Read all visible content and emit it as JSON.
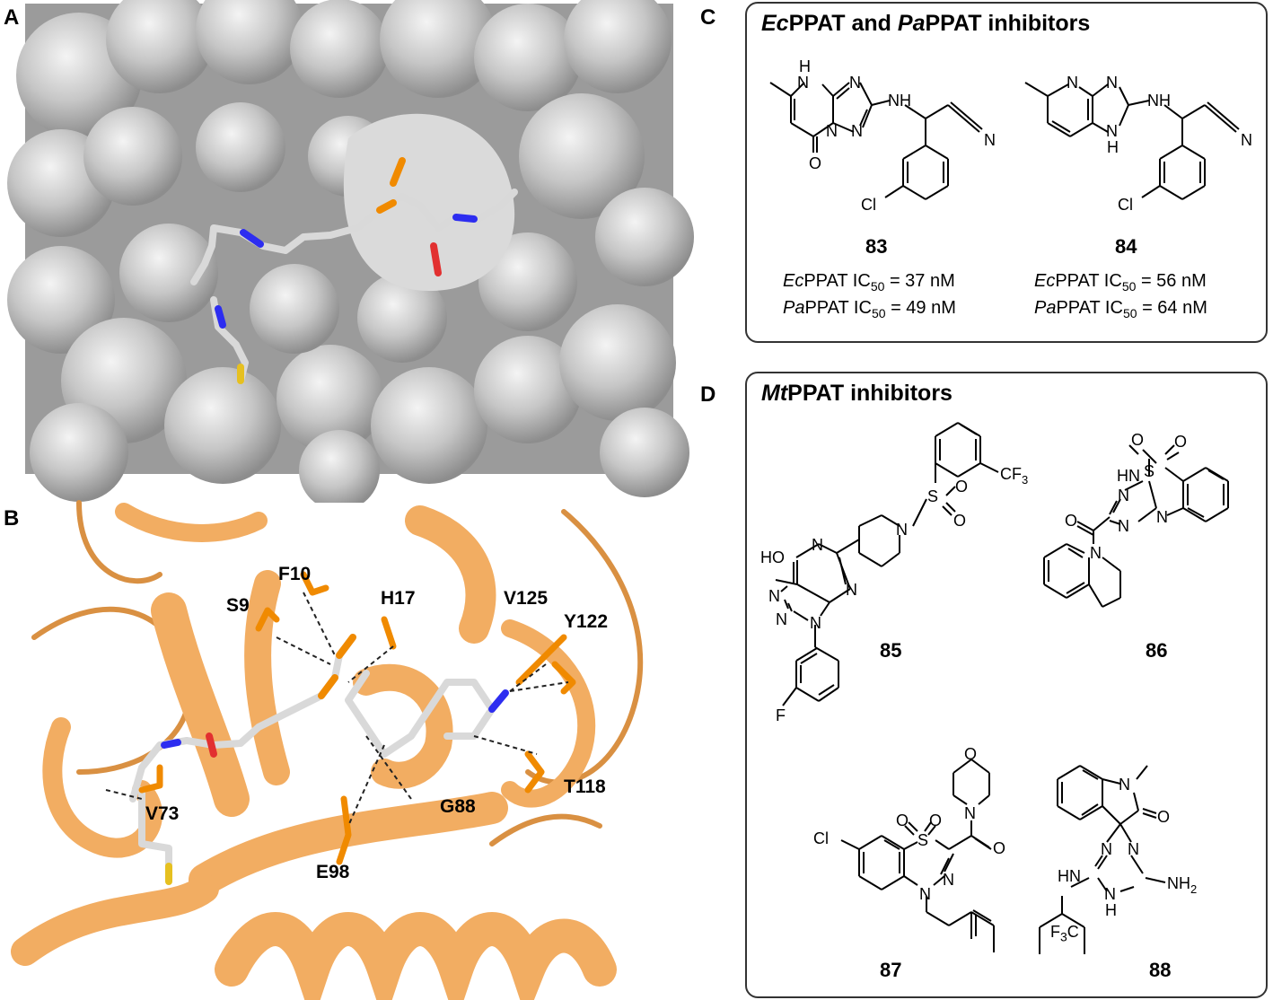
{
  "panels": {
    "A": {
      "letter": "A"
    },
    "B": {
      "letter": "B",
      "residues": [
        "F10",
        "S9",
        "H17",
        "V125",
        "Y122",
        "T118",
        "G88",
        "V73",
        "E98"
      ]
    },
    "C": {
      "letter": "C",
      "title_prefix": "Ec",
      "title_mid": "PPAT and ",
      "title_prefix2": "Pa",
      "title_suffix": "PPAT inhibitors",
      "compounds": [
        {
          "id": "83",
          "ec_label": "Ec",
          "ec_text": "PPAT IC",
          "ec_sub": "50",
          "ec_value": " = 37 nM",
          "pa_label": "Pa",
          "pa_text": "PPAT IC",
          "pa_sub": "50",
          "pa_value": " = 49 nM"
        },
        {
          "id": "84",
          "ec_label": "Ec",
          "ec_text": "PPAT IC",
          "ec_sub": "50",
          "ec_value": " = 56 nM",
          "pa_label": "Pa",
          "pa_text": "PPAT IC",
          "pa_sub": "50",
          "pa_value": " = 64 nM"
        }
      ],
      "atoms83": {
        "H": "H",
        "N1": "N",
        "N2": "N",
        "N3": "N",
        "N4": "N",
        "NH": "NH",
        "O": "O",
        "Cl": "Cl",
        "CN": "N"
      },
      "atoms84": {
        "N1": "N",
        "N2": "N",
        "N3": "N",
        "H": "H",
        "NH": "NH",
        "Cl": "Cl",
        "CN": "N"
      }
    },
    "D": {
      "letter": "D",
      "title_prefix": "Mt",
      "title_suffix": "PPAT inhibitors",
      "compounds": [
        "85",
        "86",
        "87",
        "88"
      ],
      "atoms85": {
        "HO": "HO",
        "N1": "N",
        "N2": "N",
        "N3": "N",
        "N4": "N",
        "N5": "N",
        "N6": "N",
        "S": "S",
        "O1": "O",
        "O2": "O",
        "CF": "CF",
        "CF_sub": "3",
        "F": "F"
      },
      "atoms86": {
        "HN": "HN",
        "S": "S",
        "O1": "O",
        "O2": "O",
        "N1": "N",
        "N2": "N",
        "N3": "N",
        "O3": "O",
        "N4": "N"
      },
      "atoms87": {
        "O": "O",
        "N1": "N",
        "Cl": "Cl",
        "O1": "O",
        "O2": "O",
        "S": "S",
        "N2": "N",
        "N3": "N",
        "O3": "O"
      },
      "atoms88": {
        "N1": "N",
        "O": "O",
        "N2": "N",
        "N3": "N",
        "HN": "HN",
        "N4": "N",
        "H": "H",
        "NH2": "NH",
        "NH2_sub": "2",
        "F3C": "F",
        "F3C_sub": "3",
        "F3C_end": "C"
      }
    }
  },
  "colors": {
    "surface": "#c4c4c4",
    "ribbon": "#f2ad62",
    "carbon_stick": "#d9d9d9",
    "oxygen": "#e23030",
    "nitrogen": "#2d2df0",
    "phosphorus": "#f08a00",
    "sulfur": "#e6c020"
  }
}
